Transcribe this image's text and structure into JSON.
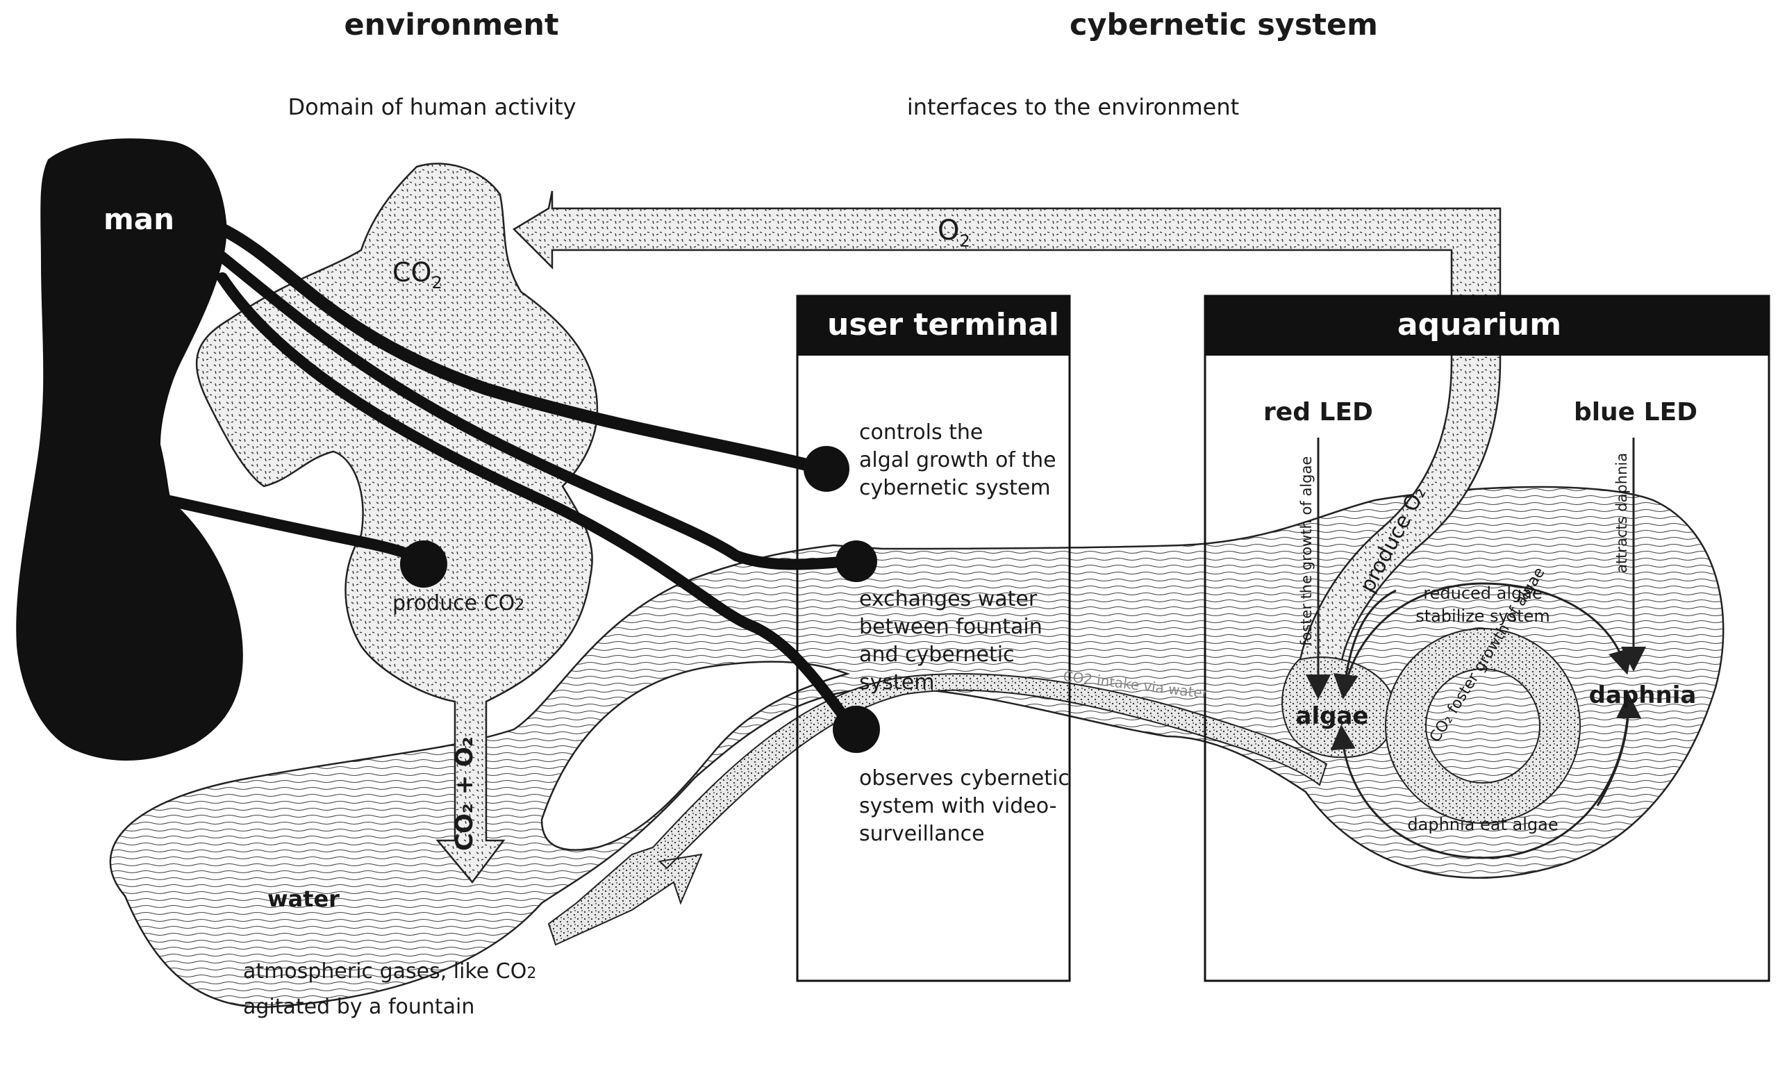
{
  "headers": {
    "environment": "environment",
    "cybernetic": "cybernetic system",
    "domain_human": "Domain of human activity",
    "interfaces": "interfaces to the environment"
  },
  "nodes": {
    "man": "man",
    "co2_cloud": "CO",
    "co2_cloud_sub": "2",
    "produce_co2": "produce CO",
    "produce_co2_sub": "2",
    "water": "water",
    "atmospheric_line1": "atmospheric gases, like CO",
    "atmospheric_sub": "2",
    "atmospheric_line2": "agitated by a fountain",
    "o2_arrow": "O",
    "o2_arrow_sub": "2",
    "co2_o2_arrow": "CO₂ + O₂"
  },
  "user_terminal": {
    "title": "user terminal",
    "controls": [
      "controls the",
      "algal growth of the",
      "cybernetic system"
    ],
    "exchanges": [
      "exchanges water",
      "between fountain",
      "and cybernetic",
      "system"
    ],
    "observes": [
      "observes cybernetic",
      "system with video-",
      "surveillance"
    ]
  },
  "aquarium": {
    "title": "aquarium",
    "red_led": "red LED",
    "blue_led": "blue LED",
    "foster_growth": "foster the growth of algae",
    "attracts_daphnia": "attracts daphnia",
    "produce_o2": "produce O₂",
    "reduced_algae": [
      "reduced algae",
      "stabilize system"
    ],
    "co2_foster": "CO₂ foster growth of algae",
    "daphnia_eat": "daphnia eat algae",
    "algae": "algae",
    "daphnia": "daphnia",
    "co2_intake": "CO2 intake via water"
  },
  "colors": {
    "ink": "#111111",
    "stroke": "#222222",
    "paper": "#ffffff",
    "stipple_bg": "#ececec"
  }
}
